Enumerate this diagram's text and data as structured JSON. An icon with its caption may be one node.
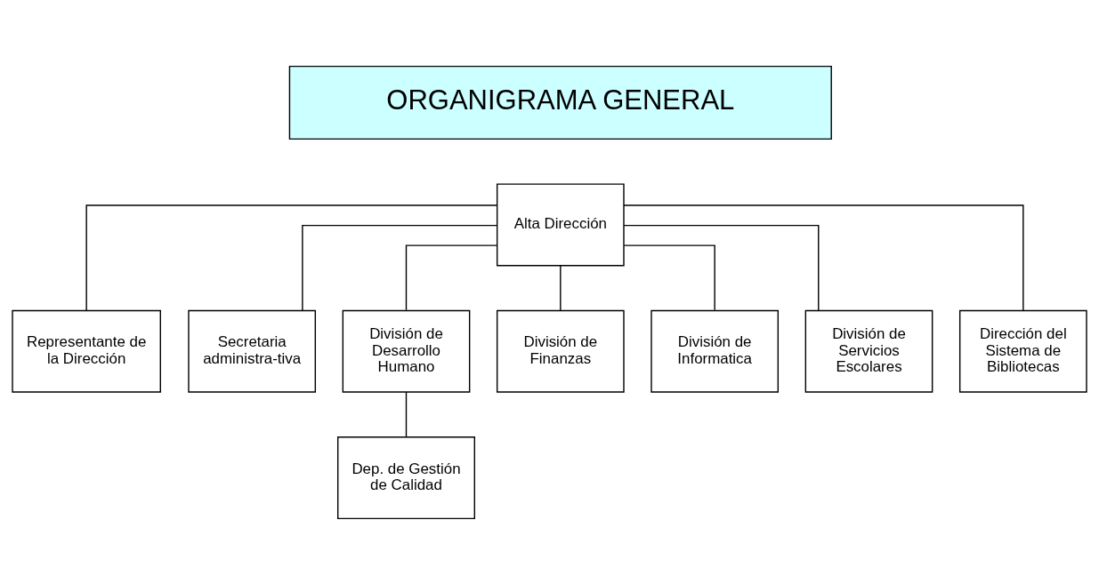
{
  "diagram": {
    "nodes": [
      {
        "text": [
          "ORGANIGRAMA GENERAL"
        ]
      },
      {
        "text": [
          "Alta Dirección"
        ]
      },
      {
        "text": [
          "Representante de la Dirección"
        ]
      },
      {
        "text": [
          "Secretaria administra-tiva"
        ]
      },
      {
        "text": [
          "División de Desarrollo Humano"
        ]
      },
      {
        "text": [
          "División de Finanzas"
        ]
      },
      {
        "text": [
          "División de Informatica"
        ]
      },
      {
        "text": [
          "División de Servicios Escolares"
        ]
      },
      {
        "text": [
          "Dirección del Sistema de Bibliotecas"
        ]
      },
      {
        "text": [
          "Dep. de Gestión de Calidad"
        ]
      }
    ],
    "edges": [
      {
        "from": 1,
        "to": 2,
        "arrow": "none"
      },
      {
        "from": 1,
        "to": 3,
        "arrow": "none"
      },
      {
        "from": 1,
        "to": 4,
        "arrow": "none"
      },
      {
        "from": 1,
        "to": 5,
        "arrow": "none"
      },
      {
        "from": 1,
        "to": 6,
        "arrow": "none"
      },
      {
        "from": 1,
        "to": 7,
        "arrow": "none"
      },
      {
        "from": 1,
        "to": 8,
        "arrow": "none"
      },
      {
        "from": 4,
        "to": 9,
        "arrow": "none"
      }
    ]
  }
}
